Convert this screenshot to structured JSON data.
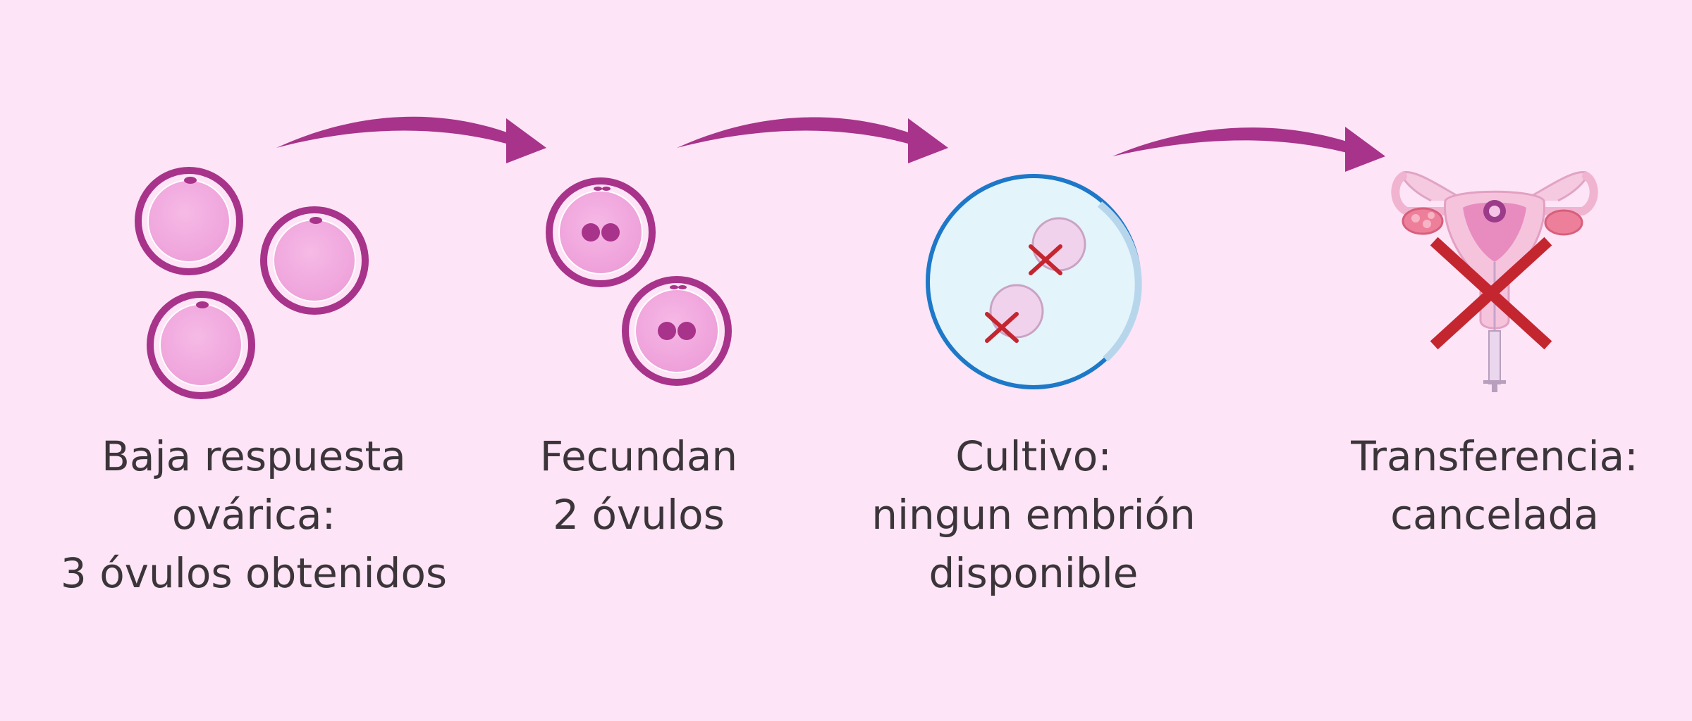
{
  "steps": [
    {
      "name": "ovarian-response",
      "lines": [
        "Baja respuesta",
        "ovárica:",
        "3 óvulos obtenidos"
      ]
    },
    {
      "name": "fertilization",
      "lines": [
        "Fecundan",
        "2 óvulos"
      ]
    },
    {
      "name": "culture",
      "lines": [
        "Cultivo:",
        "ningun embrión",
        "disponible"
      ]
    },
    {
      "name": "transfer",
      "lines": [
        "Transferencia:",
        "cancelada"
      ]
    }
  ],
  "colors": {
    "background": "#fde4f6",
    "arrow": "#a8338a",
    "egg_ring": "#a8338a",
    "egg_fill": "#f2a6df",
    "dish_border": "#1d78c8",
    "dish_fill": "#e3f4fb",
    "cross": "#c4262f"
  }
}
